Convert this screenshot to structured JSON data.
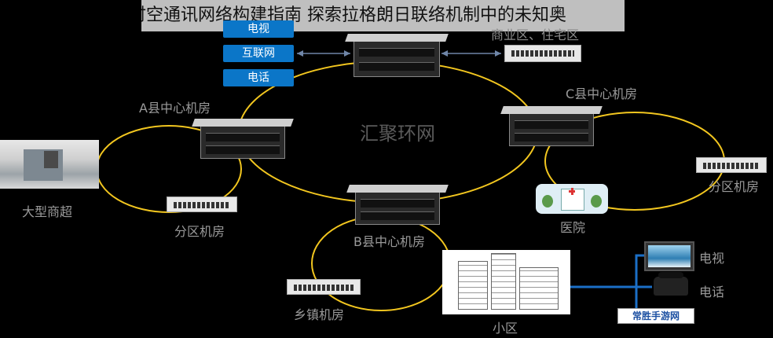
{
  "overlay_title": "时空通讯网络构建指南 探索拉格朗日联络机制中的未知奥",
  "hub_label": "汇聚环网",
  "service_buttons": [
    "电视",
    "互联网",
    "电话"
  ],
  "labels": {
    "business": "商业区、住宅区",
    "a_center": "A县中心机房",
    "c_center": "C县中心机房",
    "b_center": "B县中心机房",
    "mall": "大型商超",
    "branch_left": "分区机房",
    "branch_right": "分区机房",
    "hospital": "医院",
    "town": "乡镇机房",
    "community": "小区",
    "tv": "电视",
    "phone": "电话"
  },
  "colors": {
    "ring": "#f2c61f",
    "link": "#1b6fc7",
    "button": "#0b76c8"
  },
  "watermark": "常胜手游网"
}
